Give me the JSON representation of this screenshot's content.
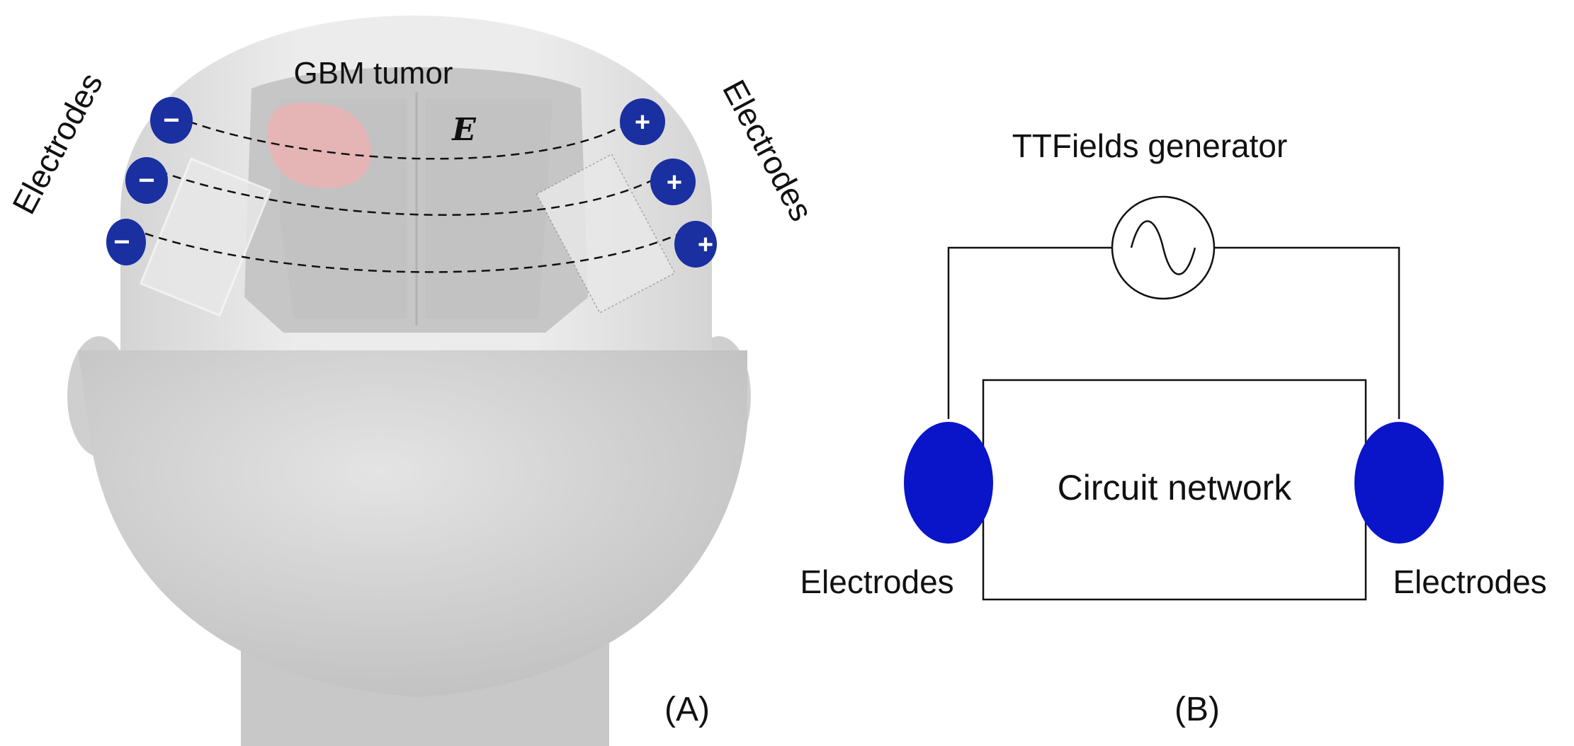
{
  "panel_a": {
    "label": "(A)",
    "tumor_label": "GBM tumor",
    "field_label": "E",
    "electrodes_left_label": "Electrodes",
    "electrodes_right_label": "Electrodes",
    "left_electrode_signs": [
      "−",
      "−",
      "−"
    ],
    "right_electrode_signs": [
      "+",
      "+",
      "+"
    ]
  },
  "panel_b": {
    "label": "(B)",
    "generator_label": "TTFields generator",
    "network_label": "Circuit network",
    "electrodes_left_label": "Electrodes",
    "electrodes_right_label": "Electrodes"
  },
  "colors": {
    "electrode": "#1a2fa0",
    "electrode_b": "#0a14c8",
    "tumor": "#e8b4b4",
    "head": "#d6d6d6",
    "skull": "#e6e6e6",
    "brain": "#c4c4c4",
    "line": "#111111"
  }
}
